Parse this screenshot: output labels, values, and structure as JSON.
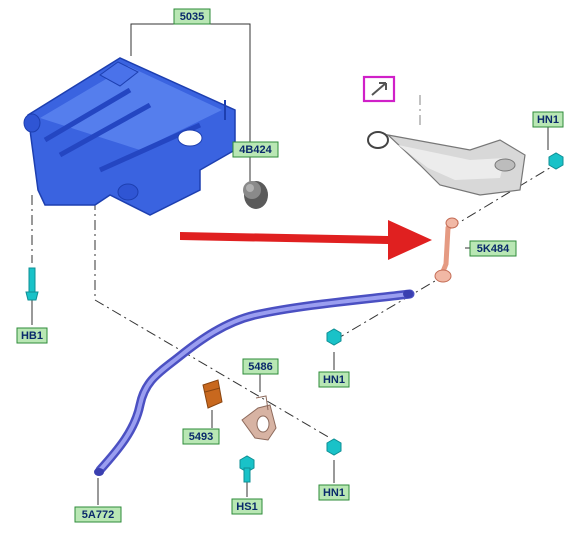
{
  "diagram": {
    "callouts": [
      {
        "id": "subframe",
        "text": "5035"
      },
      {
        "id": "bushing",
        "text": "4B424"
      },
      {
        "id": "bolt-left",
        "text": "HB1"
      },
      {
        "id": "stabilizer-link",
        "text": "5K484"
      },
      {
        "id": "nut-top-right",
        "text": "HN1"
      },
      {
        "id": "nut-mid",
        "text": "HN1"
      },
      {
        "id": "bracket",
        "text": "5486"
      },
      {
        "id": "insulator",
        "text": "5493"
      },
      {
        "id": "stabilizer-bar",
        "text": "5A772"
      },
      {
        "id": "bolt-bracket",
        "text": "HS1"
      },
      {
        "id": "nut-bottom-right",
        "text": "HN1"
      }
    ],
    "reference_icon": "arrow-up-right-icon",
    "colors": {
      "label_fill": "#b9e7b4",
      "label_border": "#2e8b3a",
      "label_text": "#0a2a6b",
      "subframe": "#3a63e0",
      "stabilizer_bar": "#6b6fd6",
      "fastener": "#19c2c8",
      "insulator": "#c8681e",
      "link": "#e59a82",
      "bracket": "#d7b3a3",
      "arrow": "#e02020",
      "reference_box": "#d020c8"
    }
  }
}
